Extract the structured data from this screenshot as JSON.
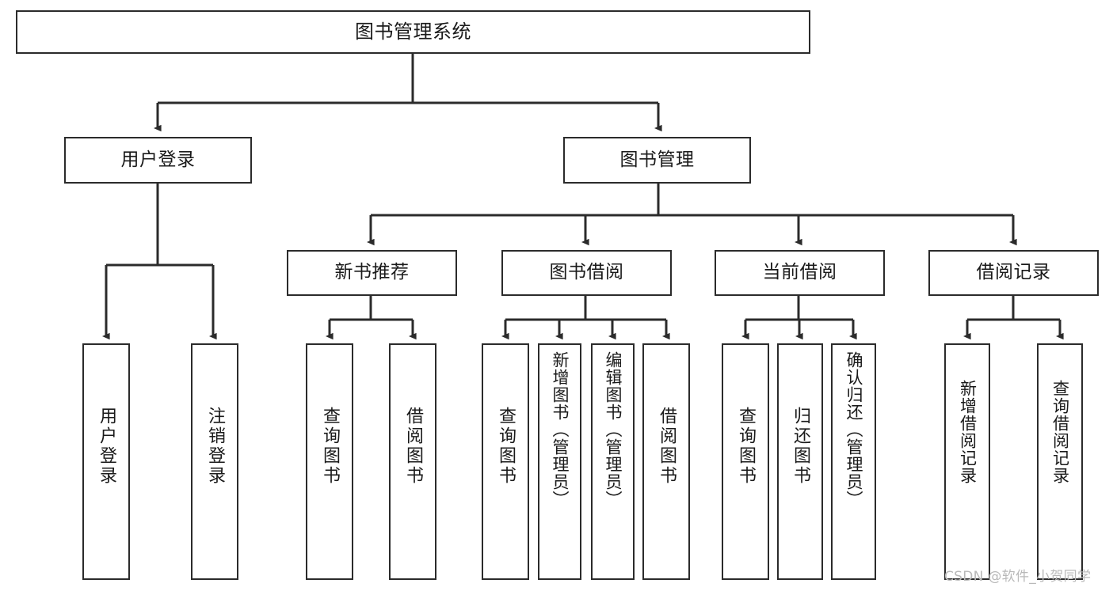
{
  "diagram": {
    "type": "tree-hierarchy",
    "title": "图书管理系统",
    "root": {
      "id": "root",
      "label": "图书管理系统",
      "orientation": "horizontal"
    },
    "level2": [
      {
        "id": "user-login",
        "label": "用户登录",
        "orientation": "horizontal"
      },
      {
        "id": "book-manage",
        "label": "图书管理",
        "orientation": "horizontal"
      }
    ],
    "level3": [
      {
        "id": "new-book-recommend",
        "label": "新书推荐",
        "orientation": "horizontal",
        "parent": "book-manage"
      },
      {
        "id": "book-borrow",
        "label": "图书借阅",
        "orientation": "horizontal",
        "parent": "book-manage"
      },
      {
        "id": "current-borrow",
        "label": "当前借阅",
        "orientation": "horizontal",
        "parent": "book-manage"
      },
      {
        "id": "borrow-record",
        "label": "借阅记录",
        "orientation": "horizontal",
        "parent": "book-manage"
      }
    ],
    "leaves": [
      {
        "id": "leaf-user-login",
        "label": "用户登录",
        "parent": "user-login",
        "orientation": "vertical"
      },
      {
        "id": "leaf-logout-login",
        "label": "注销登录",
        "parent": "user-login",
        "orientation": "vertical"
      },
      {
        "id": "leaf-query-book-1",
        "label": "查询图书",
        "parent": "new-book-recommend",
        "orientation": "vertical"
      },
      {
        "id": "leaf-borrow-book-1",
        "label": "借阅图书",
        "parent": "new-book-recommend",
        "orientation": "vertical"
      },
      {
        "id": "leaf-query-book-2",
        "label": "查询图书",
        "parent": "book-borrow",
        "orientation": "vertical"
      },
      {
        "id": "leaf-add-book",
        "label": "新增图书（管理员）",
        "parent": "book-borrow",
        "orientation": "vertical"
      },
      {
        "id": "leaf-edit-book",
        "label": "编辑图书（管理员）",
        "parent": "book-borrow",
        "orientation": "vertical"
      },
      {
        "id": "leaf-borrow-book-2",
        "label": "借阅图书",
        "parent": "book-borrow",
        "orientation": "vertical"
      },
      {
        "id": "leaf-query-book-3",
        "label": "查询图书",
        "parent": "current-borrow",
        "orientation": "vertical"
      },
      {
        "id": "leaf-return-book",
        "label": "归还图书",
        "parent": "current-borrow",
        "orientation": "vertical"
      },
      {
        "id": "leaf-confirm-return",
        "label": "确认归还（管理员）",
        "parent": "current-borrow",
        "orientation": "vertical"
      },
      {
        "id": "leaf-add-record",
        "label": "新增借阅记录",
        "parent": "borrow-record",
        "orientation": "vertical"
      },
      {
        "id": "leaf-query-record",
        "label": "查询借阅记录",
        "parent": "borrow-record",
        "orientation": "vertical"
      }
    ],
    "watermark": "CSDN @软件_小贺同学",
    "colors": {
      "stroke": "#2b2b2b",
      "fill": "#ffffff",
      "text": "#1a1a1a",
      "watermark": "#b9b9b9"
    }
  }
}
